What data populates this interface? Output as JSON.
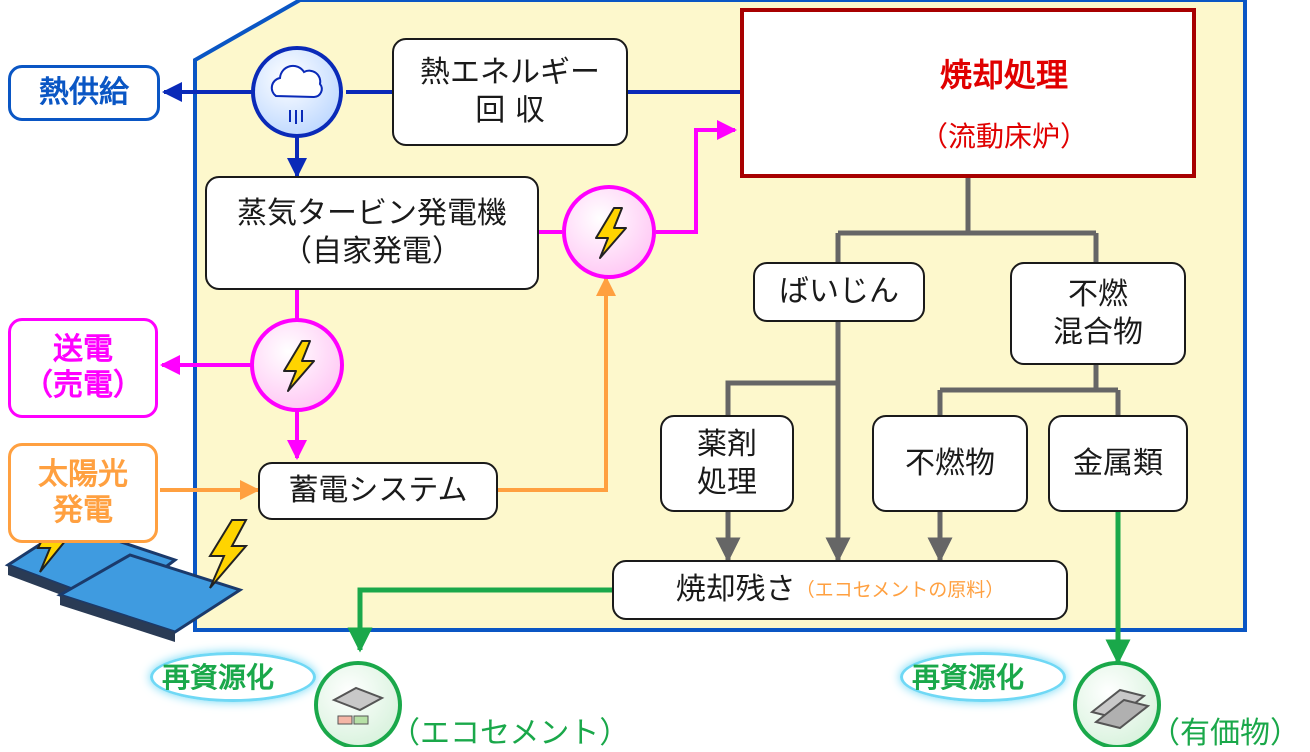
{
  "nodes": {
    "heat_recovery": [
      "熱エネルギー",
      "回 収"
    ],
    "steam_turbine": [
      "蒸気タービン発電機",
      "（自家発電）"
    ],
    "incineration_title": "焼却処理",
    "incineration_sub": "（流動床炉）",
    "fly_ash": "ばいじん",
    "nonburn_mixture": [
      "不燃",
      "混合物"
    ],
    "chemical": [
      "薬剤",
      "処理"
    ],
    "nonburnables": "不燃物",
    "metals": "金属類",
    "battery": "蓄電システム",
    "ash_main": "焼却残さ",
    "ash_note": "（エコセメントの原料）"
  },
  "external": {
    "heat_supply": "熱供給",
    "power_send": [
      "送電",
      "（売電）"
    ],
    "solar": [
      "太陽光",
      "発電"
    ]
  },
  "outputs": {
    "recycle_left": "再資源化",
    "recycle_right": "再資源化",
    "eco_cement": "（エコセメント）",
    "valuables": "（有価物）"
  },
  "colors": {
    "area_fill": "#fdf8cc",
    "area_border": "#0a56c4",
    "heat_line": "#0a2ab8",
    "electric_line": "#ff00ff",
    "solar_line": "#ffa040",
    "residue_line": "#666666",
    "recycle_line": "#1aa84a",
    "incineration": "#e00000",
    "border_dark_red": "#a80000"
  }
}
